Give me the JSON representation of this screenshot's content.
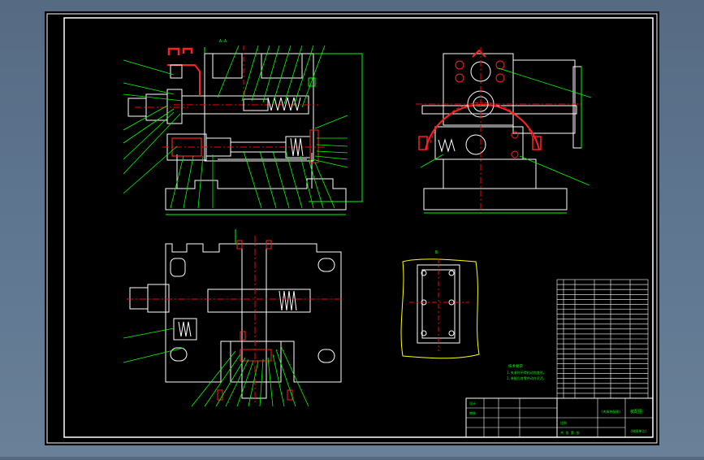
{
  "drawing": {
    "colors": {
      "background": "#000000",
      "frame": "#ffffff",
      "outline": "#ffffff",
      "leader": "#00ff00",
      "centerline": "#ff0000",
      "highlight": "#ff2020",
      "hidden": "#00ffff",
      "callout_text": "#00ff00",
      "detail_border": "#ffff00"
    },
    "technical_notes": {
      "heading": "技术要求",
      "line1": "1.夹紧时不得松动和变形。",
      "line2": "2.装配后各零件动作灵活。"
    },
    "title_block": {
      "drawing_title": "(夹具装配图)",
      "drawing_type": "装配图",
      "school": "(制图单位)",
      "scale_label": "比例",
      "sheet_label": "共 张 第 张",
      "design_label": "设计",
      "check_label": "审核"
    },
    "view_labels": {
      "section_a": "A—A",
      "detail": "B"
    }
  }
}
